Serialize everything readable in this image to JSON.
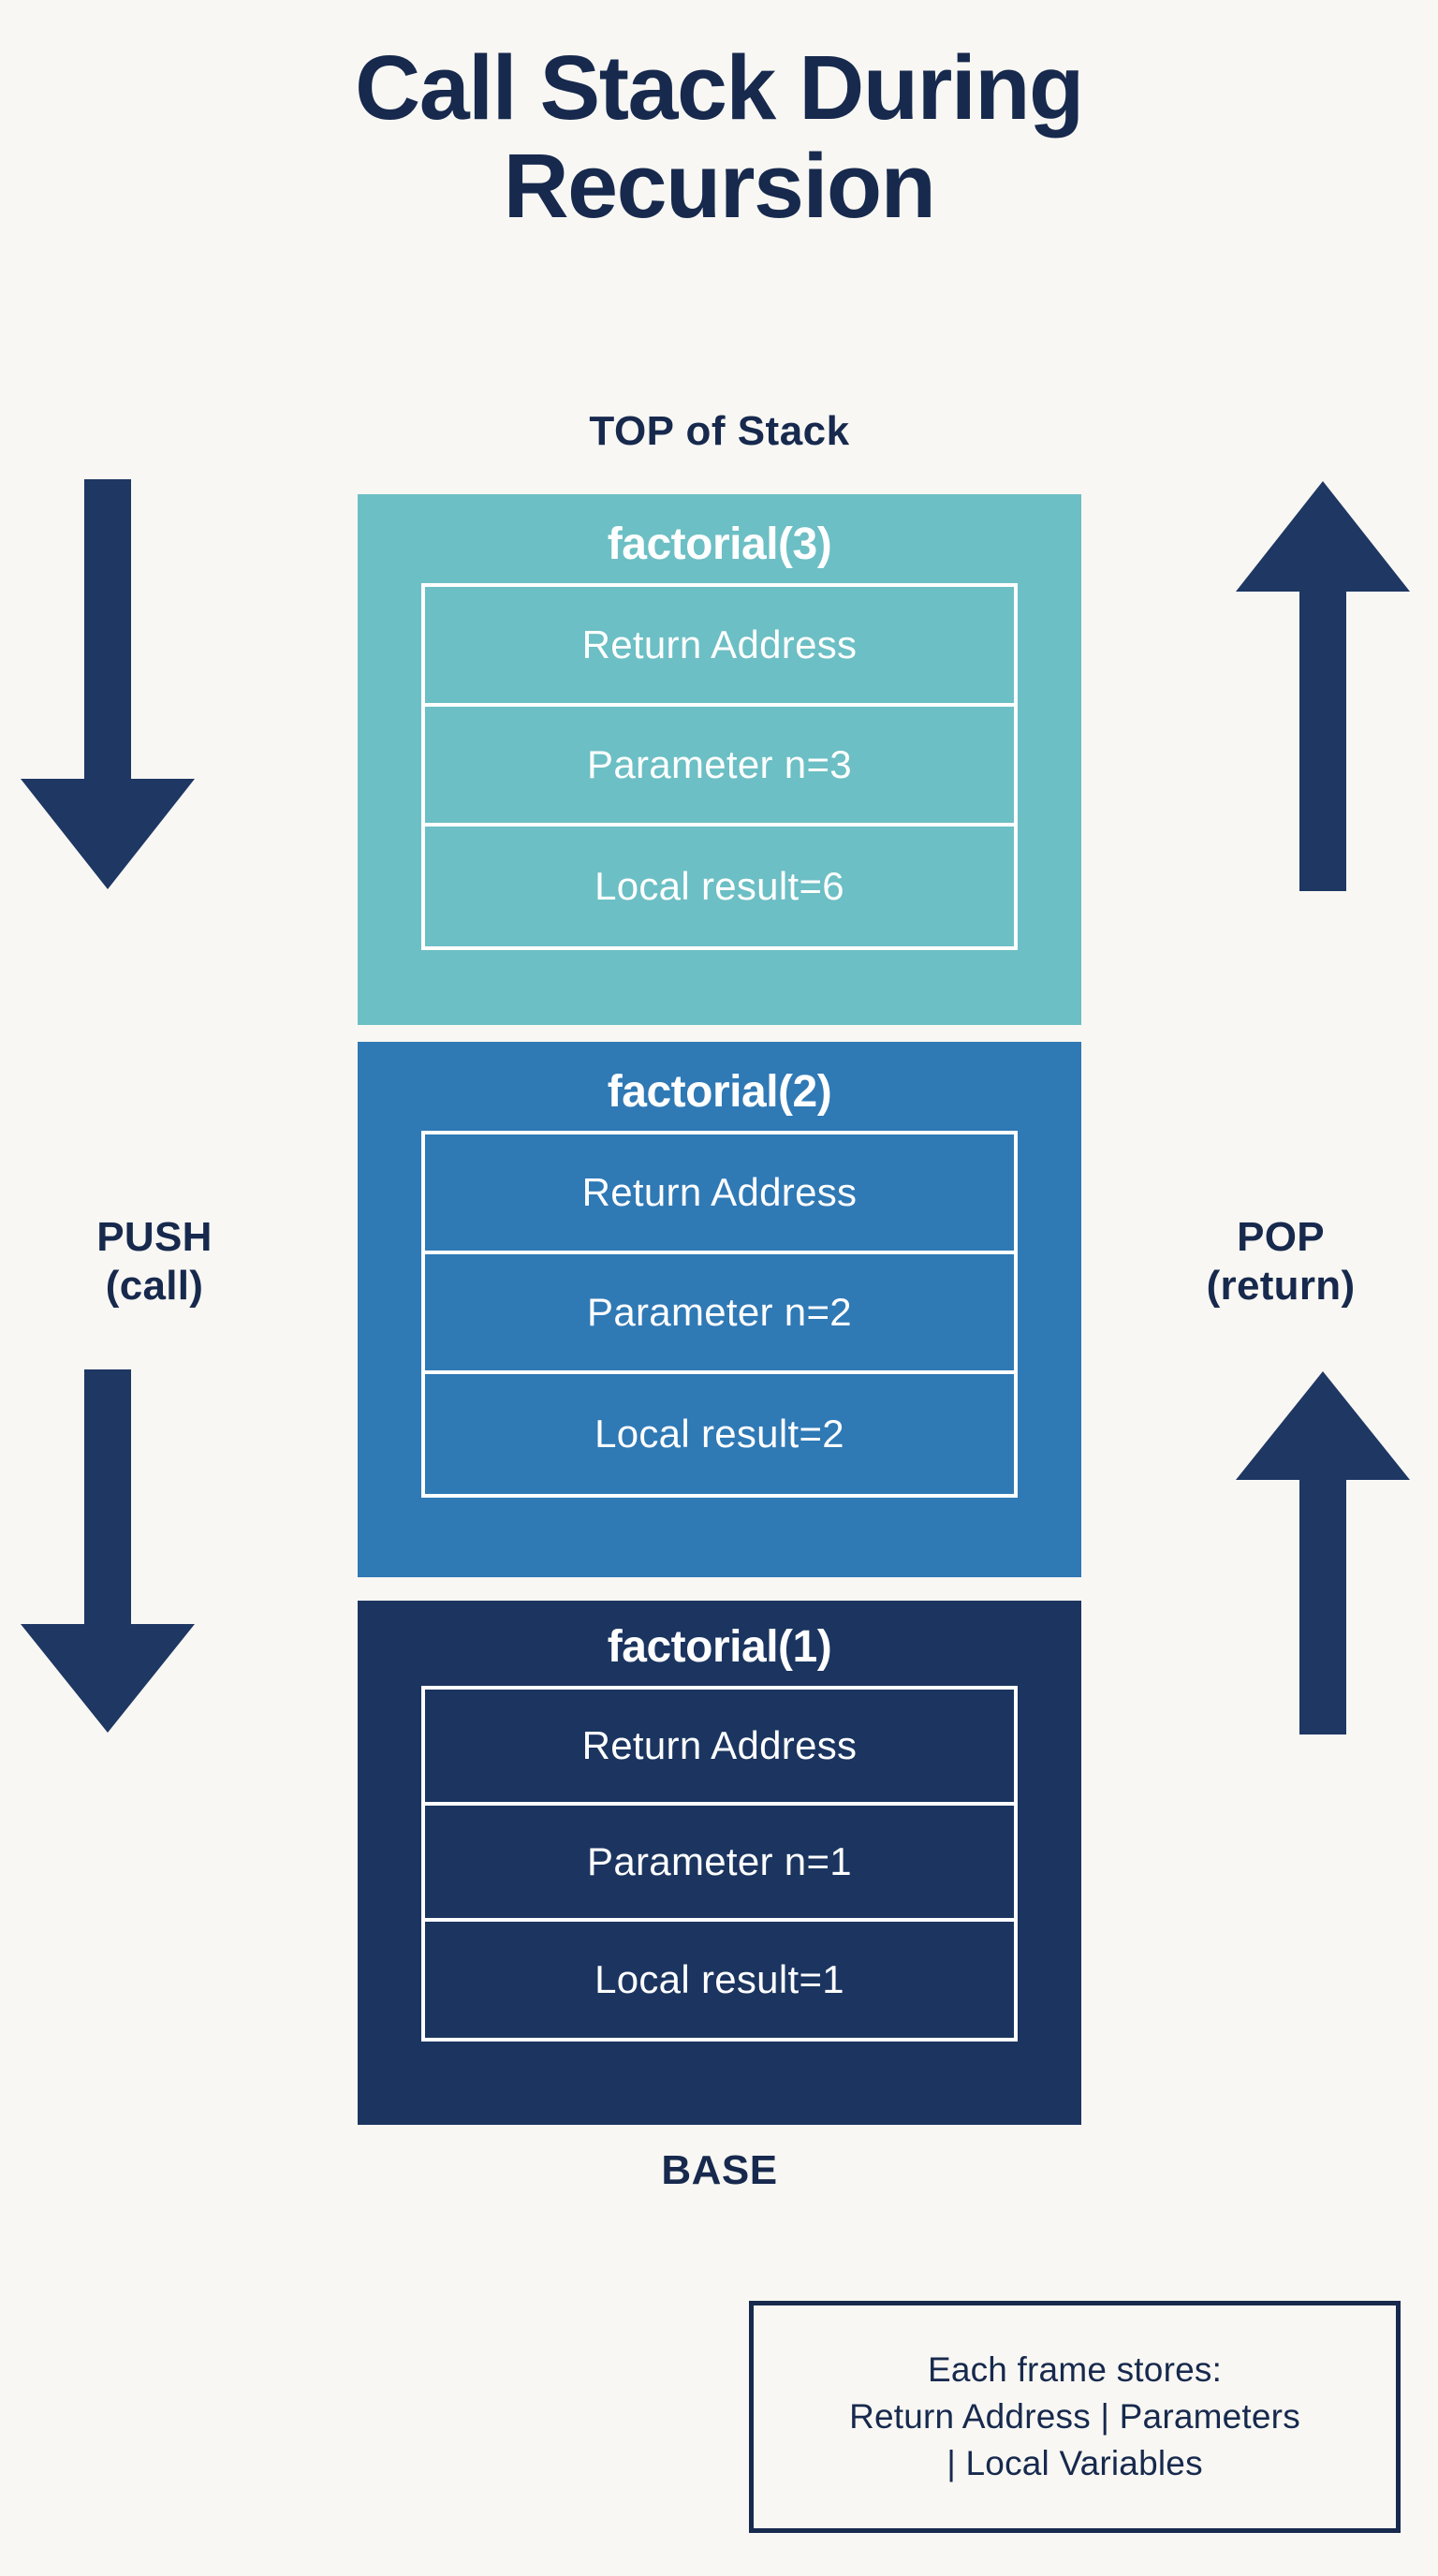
{
  "background_color": "#f8f7f3",
  "accent_navy": "#17294d",
  "title": "Call Stack During\nRecursion",
  "top_of_stack_label": "TOP of Stack",
  "base_label": "BASE",
  "frames": [
    {
      "name": "factorial(3)",
      "color": "#6cbfc4",
      "slots": [
        "Return Address",
        "Parameter n=3",
        "Local result=6"
      ]
    },
    {
      "name": "factorial(2)",
      "color": "#2f79b5",
      "slots": [
        "Return Address",
        "Parameter n=2",
        "Local result=2"
      ]
    },
    {
      "name": "factorial(1)",
      "color": "#1b3560",
      "slots": [
        "Return Address",
        "Parameter n=1",
        "Local result=1"
      ]
    }
  ],
  "push": {
    "label": "PUSH\n(call)",
    "direction": "down",
    "icon": "arrow-down-icon"
  },
  "pop": {
    "label": "POP\n(return)",
    "direction": "up",
    "icon": "arrow-up-icon"
  },
  "legend": {
    "text": "Each frame stores:\nReturn Address | Parameters\n| Local Variables"
  }
}
